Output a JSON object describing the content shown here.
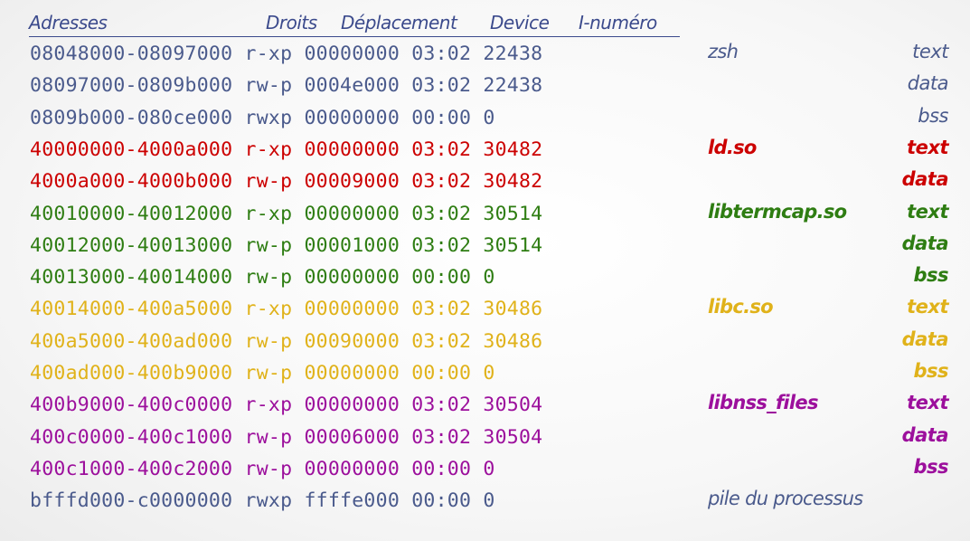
{
  "header": {
    "adresses": "Adresses",
    "droits": "Droits",
    "deplacement": "Déplacement",
    "device": "Device",
    "inumero": "I-numéro"
  },
  "colors": {
    "zsh": "#4a5a8c",
    "ldso": "#cc0000",
    "libtermcap": "#2e7d12",
    "libc": "#e0b21a",
    "libnss": "#9c0f9c",
    "stack": "#4a5a8c",
    "header": "#3b4a8c"
  },
  "rows": [
    {
      "text": "08048000-08097000 r-xp 00000000 03:02 22438",
      "lib": "zsh",
      "seg": "text",
      "color": "zsh"
    },
    {
      "text": "08097000-0809b000 rw-p 0004e000 03:02 22438",
      "lib": "",
      "seg": "data",
      "color": "zsh"
    },
    {
      "text": "0809b000-080ce000 rwxp 00000000 00:00 0",
      "lib": "",
      "seg": "bss",
      "color": "zsh"
    },
    {
      "text": "40000000-4000a000 r-xp 00000000 03:02 30482",
      "lib": "ld.so",
      "seg": "text",
      "color": "ldso"
    },
    {
      "text": "4000a000-4000b000 rw-p 00009000 03:02 30482",
      "lib": "",
      "seg": "data",
      "color": "ldso"
    },
    {
      "text": "40010000-40012000 r-xp 00000000 03:02 30514",
      "lib": "libtermcap.so",
      "seg": "text",
      "color": "libtermcap"
    },
    {
      "text": "40012000-40013000 rw-p 00001000 03:02 30514",
      "lib": "",
      "seg": "data",
      "color": "libtermcap"
    },
    {
      "text": "40013000-40014000 rw-p 00000000 00:00 0",
      "lib": "",
      "seg": "bss",
      "color": "libtermcap"
    },
    {
      "text": "40014000-400a5000 r-xp 00000000 03:02 30486",
      "lib": "libc.so",
      "seg": "text",
      "color": "libc"
    },
    {
      "text": "400a5000-400ad000 rw-p 00090000 03:02 30486",
      "lib": "",
      "seg": "data",
      "color": "libc"
    },
    {
      "text": "400ad000-400b9000 rw-p 00000000 00:00 0",
      "lib": "",
      "seg": "bss",
      "color": "libc"
    },
    {
      "text": "400b9000-400c0000 r-xp 00000000 03:02 30504",
      "lib": "libnss_files",
      "seg": "text",
      "color": "libnss"
    },
    {
      "text": "400c0000-400c1000 rw-p 00006000 03:02 30504",
      "lib": "",
      "seg": "data",
      "color": "libnss"
    },
    {
      "text": "400c1000-400c2000 rw-p 00000000 00:00 0",
      "lib": "",
      "seg": "bss",
      "color": "libnss"
    },
    {
      "text": "bfffd000-c0000000 rwxp ffffe000 00:00 0",
      "lib": "pile du processus",
      "seg": "",
      "color": "stack"
    }
  ]
}
